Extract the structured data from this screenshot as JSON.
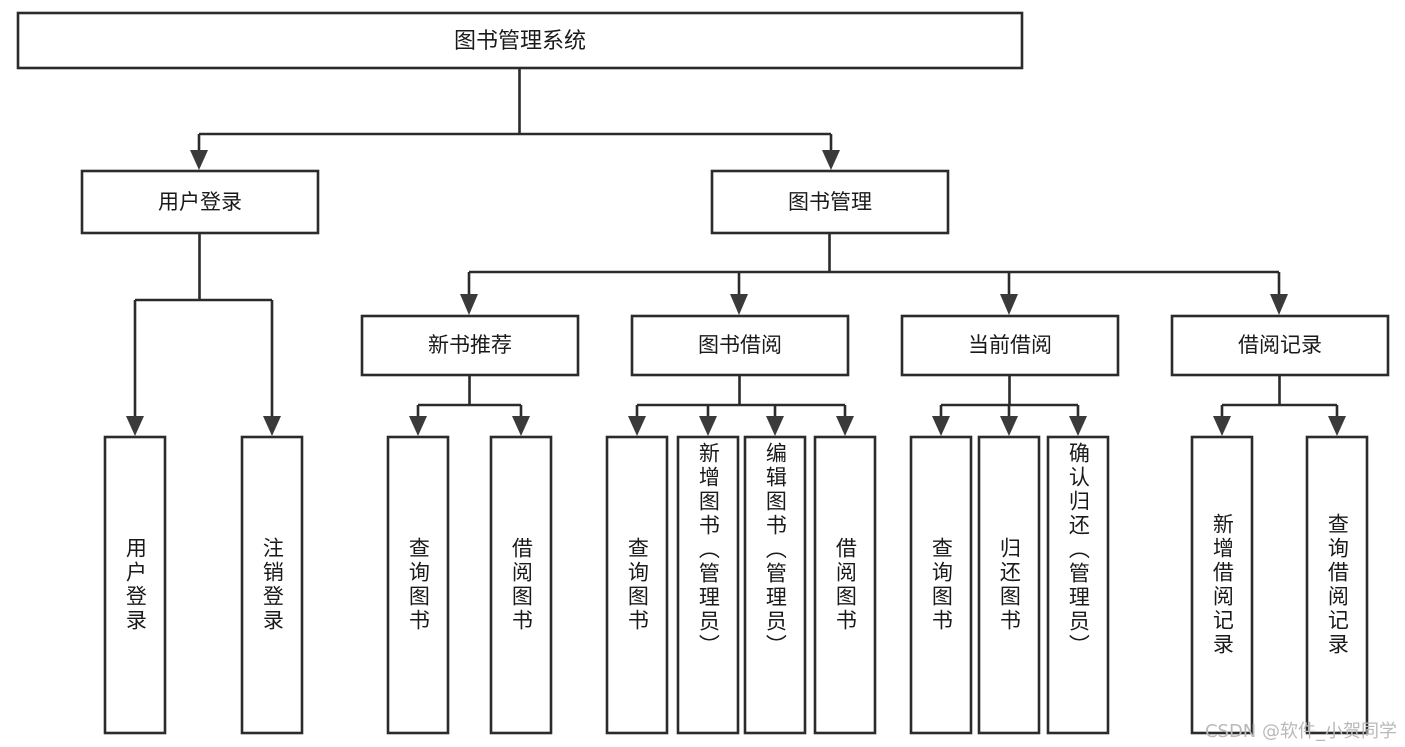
{
  "diagram": {
    "title": "图书管理系统",
    "watermark": "CSDN @软件_小贺同学",
    "colors": {
      "background": "#ffffff",
      "box_stroke": "#2b2b2b",
      "box_fill": "#ffffff",
      "text": "#1a1a1a",
      "arrow": "#3a3a3a",
      "watermark": "#b9b9b9"
    },
    "root": {
      "label": "图书管理系统"
    },
    "level2": [
      {
        "label": "用户登录"
      },
      {
        "label": "图书管理"
      }
    ],
    "level3": [
      {
        "label": "新书推荐"
      },
      {
        "label": "图书借阅"
      },
      {
        "label": "当前借阅"
      },
      {
        "label": "借阅记录"
      }
    ],
    "leaves": {
      "user_login": [
        {
          "label": "用户登录"
        },
        {
          "label": "注销登录"
        }
      ],
      "new_book_recommend": [
        {
          "label": "查询图书"
        },
        {
          "label": "借阅图书"
        }
      ],
      "book_borrow": [
        {
          "label": "查询图书"
        },
        {
          "label": "新增图书（管理员）"
        },
        {
          "label": "编辑图书（管理员）"
        },
        {
          "label": "借阅图书"
        }
      ],
      "current_borrow": [
        {
          "label": "查询图书"
        },
        {
          "label": "归还图书"
        },
        {
          "label": "确认归还（管理员）"
        }
      ],
      "borrow_record": [
        {
          "label": "新增借阅记录"
        },
        {
          "label": "查询借阅记录"
        }
      ]
    }
  },
  "chart_data": {
    "type": "diagram",
    "title": "图书管理系统",
    "layout": "top-down hierarchical tree",
    "levels": 4,
    "nodes": [
      {
        "id": "root",
        "label": "图书管理系统",
        "level": 1,
        "parent": null
      },
      {
        "id": "n-user-login",
        "label": "用户登录",
        "level": 2,
        "parent": "root"
      },
      {
        "id": "n-book-mgmt",
        "label": "图书管理",
        "level": 2,
        "parent": "root"
      },
      {
        "id": "n-new-book",
        "label": "新书推荐",
        "level": 3,
        "parent": "n-book-mgmt"
      },
      {
        "id": "n-book-borrow",
        "label": "图书借阅",
        "level": 3,
        "parent": "n-book-mgmt"
      },
      {
        "id": "n-current-borrow",
        "label": "当前借阅",
        "level": 3,
        "parent": "n-book-mgmt"
      },
      {
        "id": "n-borrow-record",
        "label": "借阅记录",
        "level": 3,
        "parent": "n-book-mgmt"
      },
      {
        "id": "l-user-login",
        "label": "用户登录",
        "level": 4,
        "parent": "n-user-login"
      },
      {
        "id": "l-logout",
        "label": "注销登录",
        "level": 4,
        "parent": "n-user-login"
      },
      {
        "id": "l-nb-query",
        "label": "查询图书",
        "level": 4,
        "parent": "n-new-book"
      },
      {
        "id": "l-nb-borrow",
        "label": "借阅图书",
        "level": 4,
        "parent": "n-new-book"
      },
      {
        "id": "l-bb-query",
        "label": "查询图书",
        "level": 4,
        "parent": "n-book-borrow"
      },
      {
        "id": "l-bb-add",
        "label": "新增图书（管理员）",
        "level": 4,
        "parent": "n-book-borrow"
      },
      {
        "id": "l-bb-edit",
        "label": "编辑图书（管理员）",
        "level": 4,
        "parent": "n-book-borrow"
      },
      {
        "id": "l-bb-borrow",
        "label": "借阅图书",
        "level": 4,
        "parent": "n-book-borrow"
      },
      {
        "id": "l-cb-query",
        "label": "查询图书",
        "level": 4,
        "parent": "n-current-borrow"
      },
      {
        "id": "l-cb-return",
        "label": "归还图书",
        "level": 4,
        "parent": "n-current-borrow"
      },
      {
        "id": "l-cb-confirm",
        "label": "确认归还（管理员）",
        "level": 4,
        "parent": "n-current-borrow"
      },
      {
        "id": "l-br-add",
        "label": "新增借阅记录",
        "level": 4,
        "parent": "n-borrow-record"
      },
      {
        "id": "l-br-query",
        "label": "查询借阅记录",
        "level": 4,
        "parent": "n-borrow-record"
      }
    ]
  }
}
